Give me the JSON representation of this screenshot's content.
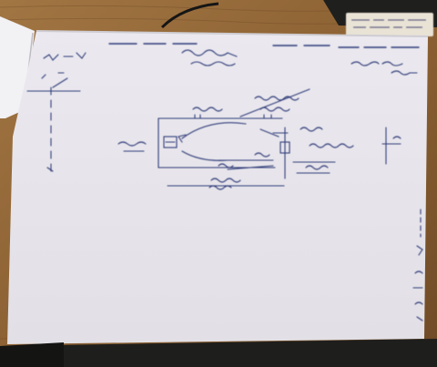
{
  "photo": {
    "colors": {
      "table": "#9a6f3c",
      "table_dark": "#5e4022",
      "paper": "#e8e6ec",
      "paper_shadow": "#cfcdd3",
      "ink": "#2f3a78",
      "foreground": "#1d1d1d"
    },
    "icons": [
      "wooden-table",
      "notebook-page",
      "pen-sketch-diagram",
      "paper-tag"
    ]
  }
}
